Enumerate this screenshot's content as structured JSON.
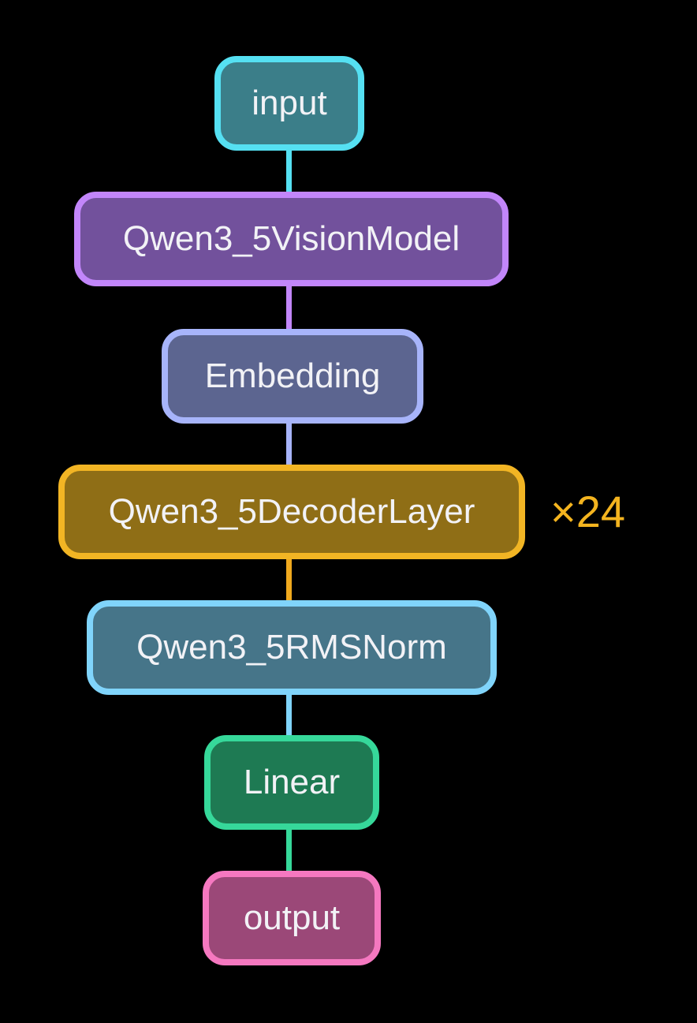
{
  "diagram": {
    "background": "#000000",
    "text_color": "#f2f2f6",
    "nodes": [
      {
        "id": "input",
        "label": "input",
        "fill": "#3b7e89",
        "border": "#55e0f2"
      },
      {
        "id": "qwen3_5visionmodel",
        "label": "Qwen3_5VisionModel",
        "fill": "#72519c",
        "border": "#c286fa"
      },
      {
        "id": "embedding",
        "label": "Embedding",
        "fill": "#5c6590",
        "border": "#a7b4fa"
      },
      {
        "id": "qwen3_5decoderlayer",
        "label": "Qwen3_5DecoderLayer",
        "fill": "#8f6e16",
        "border": "#f2b524"
      },
      {
        "id": "qwen3_5rmsnorm",
        "label": "Qwen3_5RMSNorm",
        "fill": "#467589",
        "border": "#80d4fb"
      },
      {
        "id": "linear",
        "label": "Linear",
        "fill": "#1e7a53",
        "border": "#36d89a"
      },
      {
        "id": "output",
        "label": "output",
        "fill": "#9b4878",
        "border": "#f578c0"
      }
    ],
    "edges": [
      {
        "from": "input",
        "to": "qwen3_5visionmodel",
        "color": "#55e0f2"
      },
      {
        "from": "qwen3_5visionmodel",
        "to": "embedding",
        "color": "#c286fa"
      },
      {
        "from": "embedding",
        "to": "qwen3_5decoderlayer",
        "color": "#a7b4fa"
      },
      {
        "from": "qwen3_5decoderlayer",
        "to": "qwen3_5rmsnorm",
        "color": "#f0a91e"
      },
      {
        "from": "qwen3_5rmsnorm",
        "to": "linear",
        "color": "#80d4fb"
      },
      {
        "from": "linear",
        "to": "output",
        "color": "#36d89a"
      }
    ],
    "repeat_badge": {
      "label": "×24",
      "color": "#f4b41f",
      "attached_to": "qwen3_5decoderlayer"
    }
  }
}
